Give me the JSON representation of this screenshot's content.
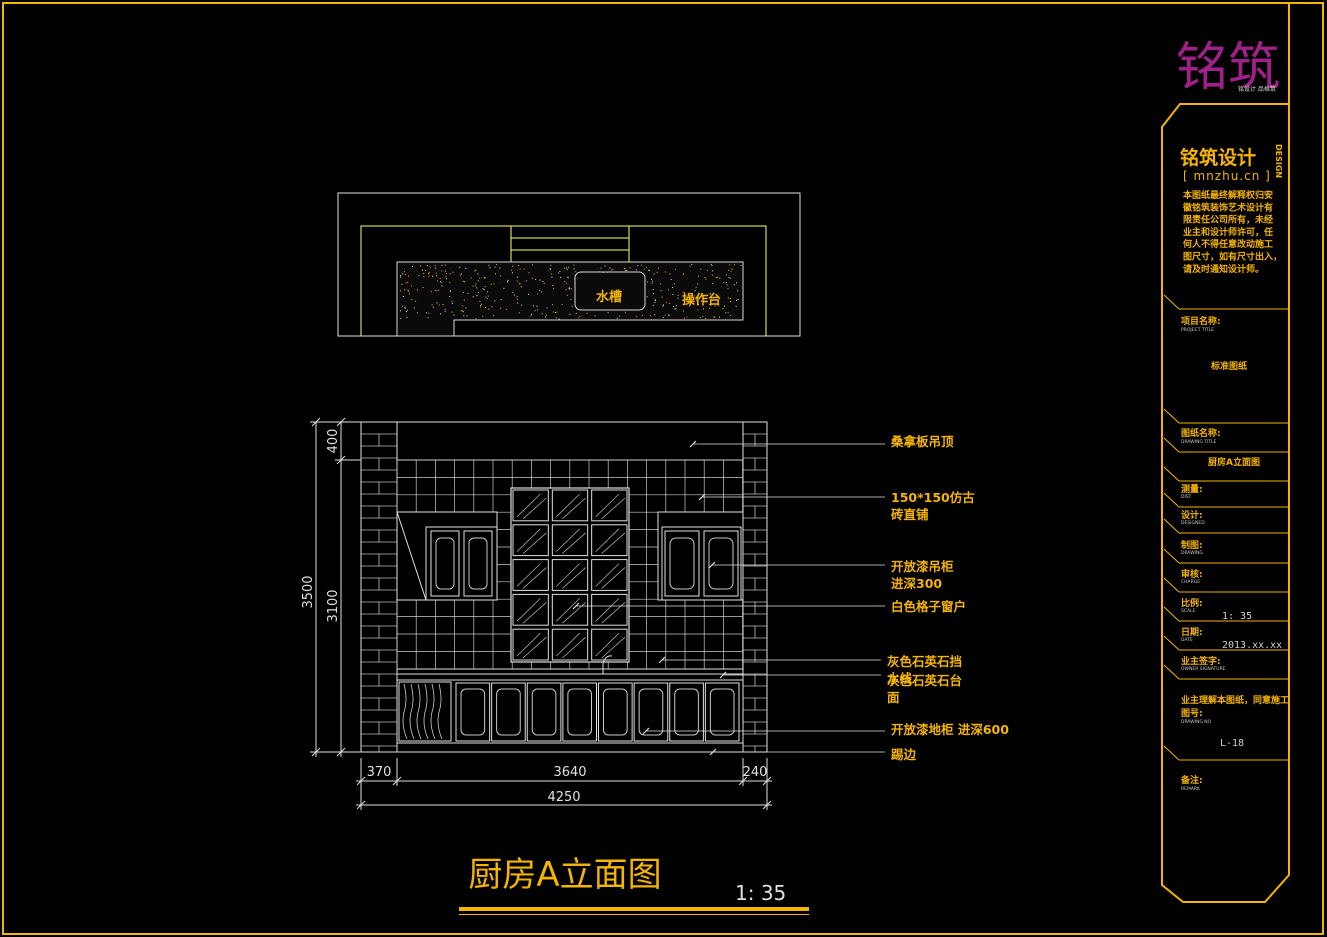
{
  "plan": {
    "sink_label": "水槽",
    "counter_label": "操作台"
  },
  "elevation": {
    "dims_left": {
      "total": "3500",
      "top": "400",
      "main": "3100"
    },
    "dims_bottom": {
      "left": "370",
      "middle": "3640",
      "right": "240",
      "total": "4250"
    },
    "annotations": [
      [
        "桑拿板吊顶"
      ],
      [
        "150*150仿古",
        "砖直铺"
      ],
      [
        "开放漆吊柜",
        "进深300"
      ],
      [
        "白色格子窗户"
      ],
      [
        "灰色石英石挡",
        "水线"
      ],
      [
        "灰色石英石台",
        "面"
      ],
      [
        "开放漆地柜 进深600"
      ],
      [
        "踢边"
      ]
    ]
  },
  "drawing": {
    "title": "厨房A立面图",
    "scale": "1: 35"
  },
  "title_block": {
    "logo_text": "铭筑",
    "logo_subtitle": "铭设计 品格筑",
    "company_name": "铭筑设计",
    "design_word": "DESIGN",
    "website": "[ mnzhu.cn ]",
    "notice_lines": [
      "本图纸最终解释权归安",
      "徽铭筑装饰艺术设计有",
      "限责任公司所有，未经",
      "业主和设计师许可，任",
      "何人不得任意改动施工",
      "图尺寸，如有尺寸出入，",
      "请及时通知设计师。"
    ],
    "project_label": "项目名称:",
    "project_sub": "PROJECT TITLE",
    "project_value": "标准图纸",
    "drawing_label": "图纸名称:",
    "drawing_sub": "DRAWING TITLE",
    "drawing_value": "厨房A立面图",
    "rows": [
      {
        "label": "测量:",
        "sub": "DIST",
        "value": ""
      },
      {
        "label": "设计:",
        "sub": "DESIGNED",
        "value": ""
      },
      {
        "label": "制图:",
        "sub": "DRAWING",
        "value": ""
      },
      {
        "label": "审核:",
        "sub": "CHARGE",
        "value": ""
      },
      {
        "label": "比例:",
        "sub": "SCALE",
        "value": "1: 35"
      },
      {
        "label": "日期:",
        "sub": "DATE",
        "value": "2013.xx.xx"
      },
      {
        "label": "业主签字:",
        "sub": "OWNER SIGNATURE",
        "value": ""
      }
    ],
    "approval_text": "业主理解本图纸，同意施工",
    "number_label": "图号:",
    "number_sub": "DRAWING NO",
    "number_value": "L-18",
    "remark_label": "备注:",
    "remark_sub": "REMARK"
  }
}
